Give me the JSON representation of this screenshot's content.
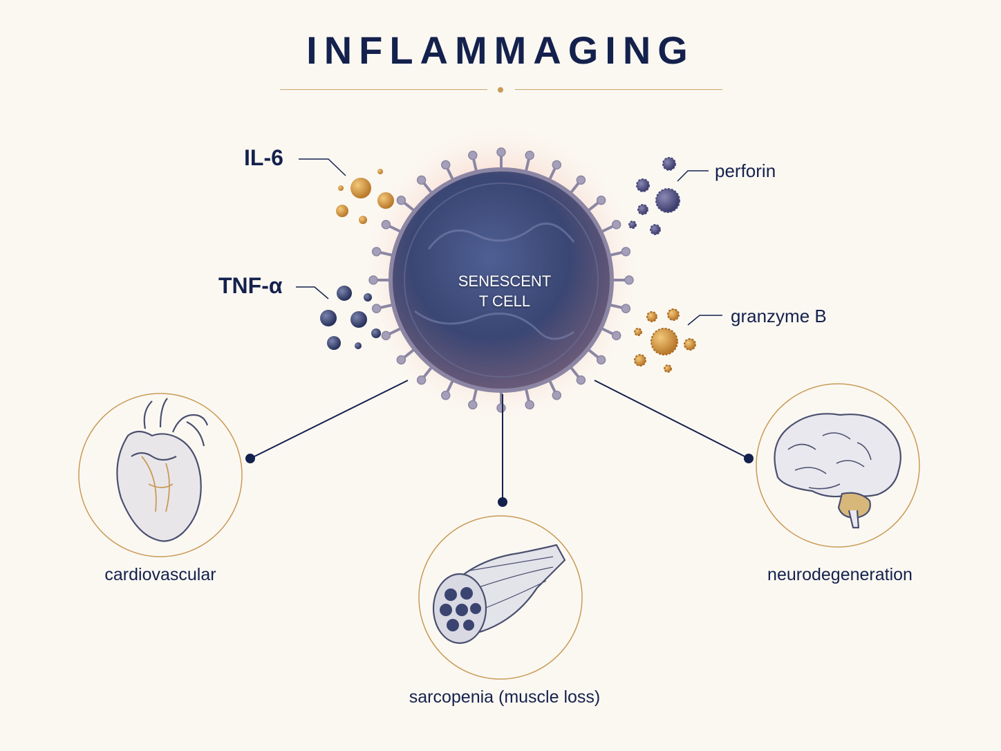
{
  "title": "INFLAMMAGING",
  "center": {
    "line1": "SENESCENT",
    "line2": "T CELL"
  },
  "mediators": {
    "il6": "IL-6",
    "tnf": "TNF-α",
    "perforin": "perforin",
    "granzyme": "granzyme B"
  },
  "outcomes": {
    "cardio": "cardiovascular",
    "sarcopenia": "sarcopenia (muscle loss)",
    "neuro": "neurodegeneration"
  },
  "colors": {
    "navy": "#14214d",
    "gold": "#c99a55",
    "glow": "#f2957f",
    "cell": "#3d4b7a"
  }
}
